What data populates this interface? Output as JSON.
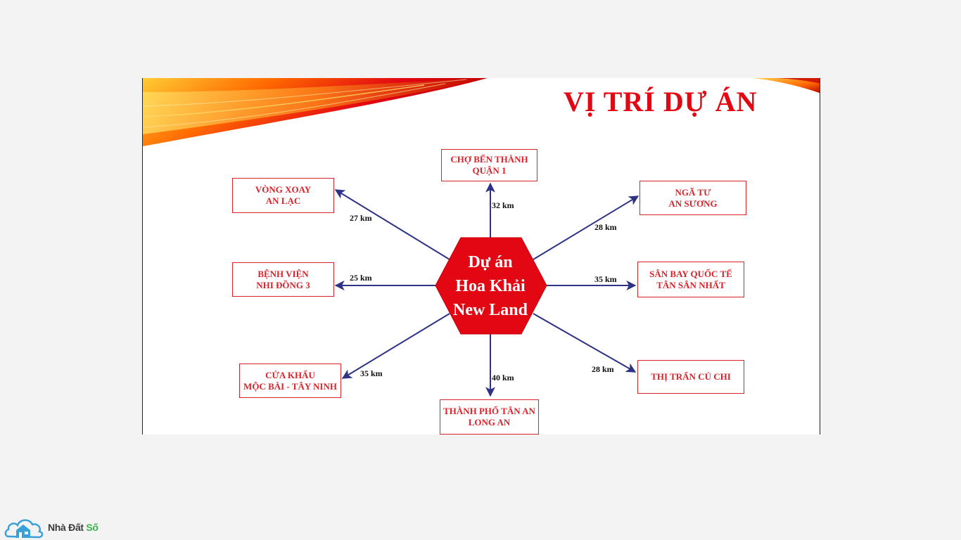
{
  "slide": {
    "title": "VỊ TRÍ DỰ ÁN",
    "center": {
      "line1": "Dự án",
      "line2": "Hoa Khải",
      "line3": "New Land",
      "fill": "#e30613"
    },
    "destinations": [
      {
        "id": "cho-ben-thanh",
        "line1": "CHỢ BẾN THÀNH",
        "line2": "QUẬN 1",
        "distance": "32 km"
      },
      {
        "id": "nga-tu-an-suong",
        "line1": "NGÃ TƯ",
        "line2": "AN SƯƠNG",
        "distance": "28 km"
      },
      {
        "id": "san-bay",
        "line1": "SÂN BAY QUỐC TẾ",
        "line2": "TÂN SÂN NHẤT",
        "distance": "35 km"
      },
      {
        "id": "cu-chi",
        "line1": "THỊ TRẤN CỦ CHI",
        "line2": "",
        "distance": "28 km"
      },
      {
        "id": "tan-an",
        "line1": "THÀNH PHỐ TÂN AN",
        "line2": "LONG AN",
        "distance": "40 km"
      },
      {
        "id": "moc-bai",
        "line1": "CỬA KHẨU",
        "line2": "MỘC BÀI - TÂY NINH",
        "distance": "35 km"
      },
      {
        "id": "nhi-dong-3",
        "line1": "BỆNH VIỆN",
        "line2": "NHI ĐỒNG 3",
        "distance": "25 km"
      },
      {
        "id": "vong-xoay-an-lac",
        "line1": "VÒNG XOAY",
        "line2": "AN LẠC",
        "distance": "27 km"
      }
    ],
    "colors": {
      "accent_red": "#e30613",
      "box_border": "#d8232a",
      "arrow": "#2e3385"
    }
  },
  "watermark": {
    "brand_main": "Nhà Đất",
    "brand_accent": "Số",
    "icon": "house-cloud-icon"
  }
}
